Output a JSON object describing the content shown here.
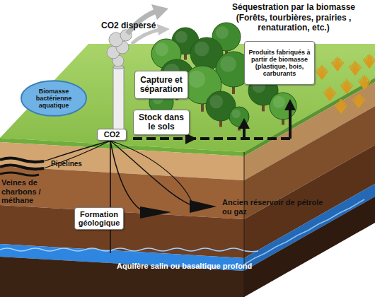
{
  "diagram": {
    "nodes": [
      {
        "text": [
          "Produits fabriqués à partir de biomasse (plastique, bois, carburants"
        ]
      },
      {
        "text": [
          "Capture et séparation"
        ]
      },
      {
        "text": [
          "Biomasse bactérienne aquatique"
        ]
      },
      {
        "text": [
          "Stock dans le sols"
        ]
      },
      {
        "text": [
          "CO2"
        ]
      },
      {
        "text": [
          "Formation géologique"
        ]
      }
    ],
    "edges": [
      {
        "from": 4,
        "to": 5,
        "arrow": "none"
      }
    ],
    "labels": [
      "Séquestration par la biomasse",
      "(Forêts, tourbières, prairies , renaturation, etc.)",
      "CO2 dispersé",
      "Pipelines",
      "Veines de charbons / méthane",
      "Ancien réservoir de pétrole ou gaz",
      "Aquifère salin ou basaltique profond"
    ]
  }
}
